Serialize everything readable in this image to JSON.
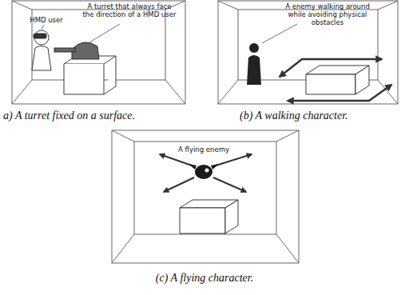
{
  "diagram": {
    "labels": [
      "HMD user",
      "A turret that always face the direction of a HMD user",
      "a) A turret fixed on a surface.",
      "A enemy walking around while avoiding physical obstacles",
      "(b) A walking character.",
      "A flying enemy",
      "(c) A flying character."
    ]
  }
}
